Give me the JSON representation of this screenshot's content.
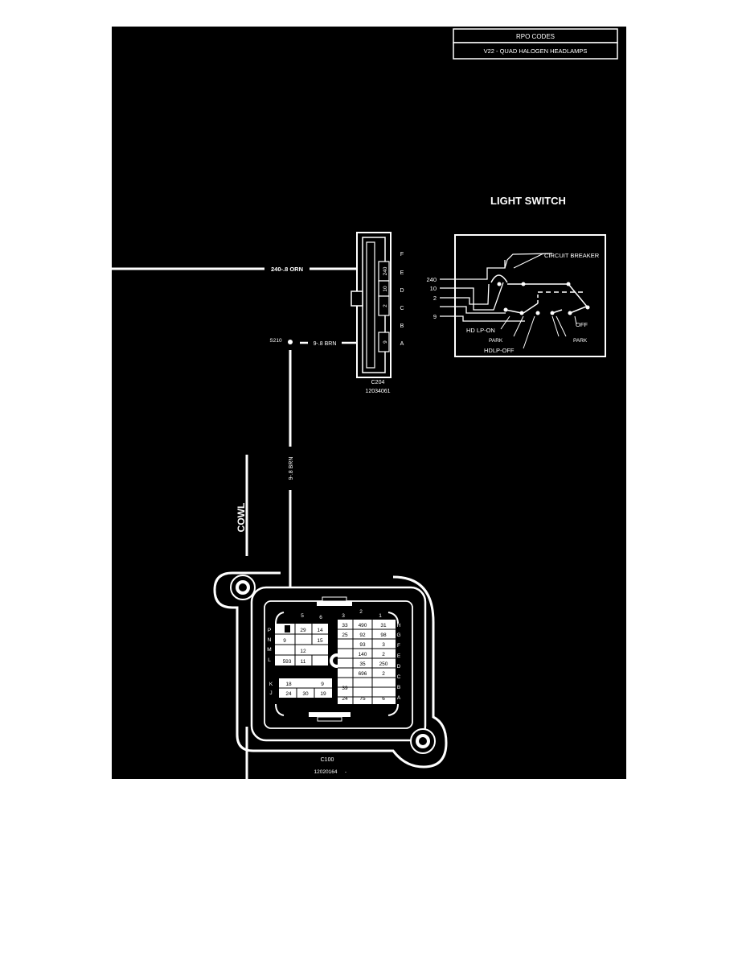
{
  "rpo_box": {
    "header": "RPO CODES",
    "code": "V22 - QUAD HALOGEN HEADLAMPS"
  },
  "light_switch": {
    "title": "LIGHT SWITCH",
    "wire_numbers": [
      "240",
      "10",
      "2",
      "",
      "9"
    ],
    "labels": {
      "circuit_breaker": "CIRCUIT BREAKER",
      "hd_lp_on": "HD LP-ON",
      "park_left": "PARK",
      "hdlp_off": "HDLP-OFF",
      "off": "OFF",
      "park_right": "PARK"
    }
  },
  "c204": {
    "name": "C204",
    "part": "12034061",
    "pin_letters": [
      "F",
      "E",
      "D",
      "C",
      "B",
      "A"
    ],
    "cavity_numbers": [
      "240",
      "10",
      "2",
      "9"
    ]
  },
  "wires": {
    "orn": "240-.8 ORN",
    "brn_horizontal": "9-.8 BRN",
    "brn_vertical": "9-.8 BRN",
    "splice": "S210"
  },
  "cowl": "COWL",
  "c100": {
    "name": "C100",
    "part": "12020164",
    "part_suffix": "-",
    "col_numbers": [
      "5",
      "6",
      "3",
      "2",
      "1"
    ],
    "left_rows": [
      "P",
      "N",
      "M",
      "L",
      "K",
      "J"
    ],
    "right_rows": [
      "H",
      "G",
      "F",
      "E",
      "D",
      "C",
      "B",
      "A"
    ],
    "left_block": [
      "29",
      "14",
      "9",
      "15",
      "12",
      "593",
      "11"
    ],
    "lower_left_block": [
      "18",
      "9",
      "24",
      "30",
      "19"
    ],
    "right_block": [
      "33",
      "490",
      "31",
      "25",
      "92",
      "98",
      "93",
      "3",
      "140",
      "2",
      "35",
      "250",
      "696",
      "2",
      "39",
      "24",
      "75",
      "6"
    ]
  }
}
